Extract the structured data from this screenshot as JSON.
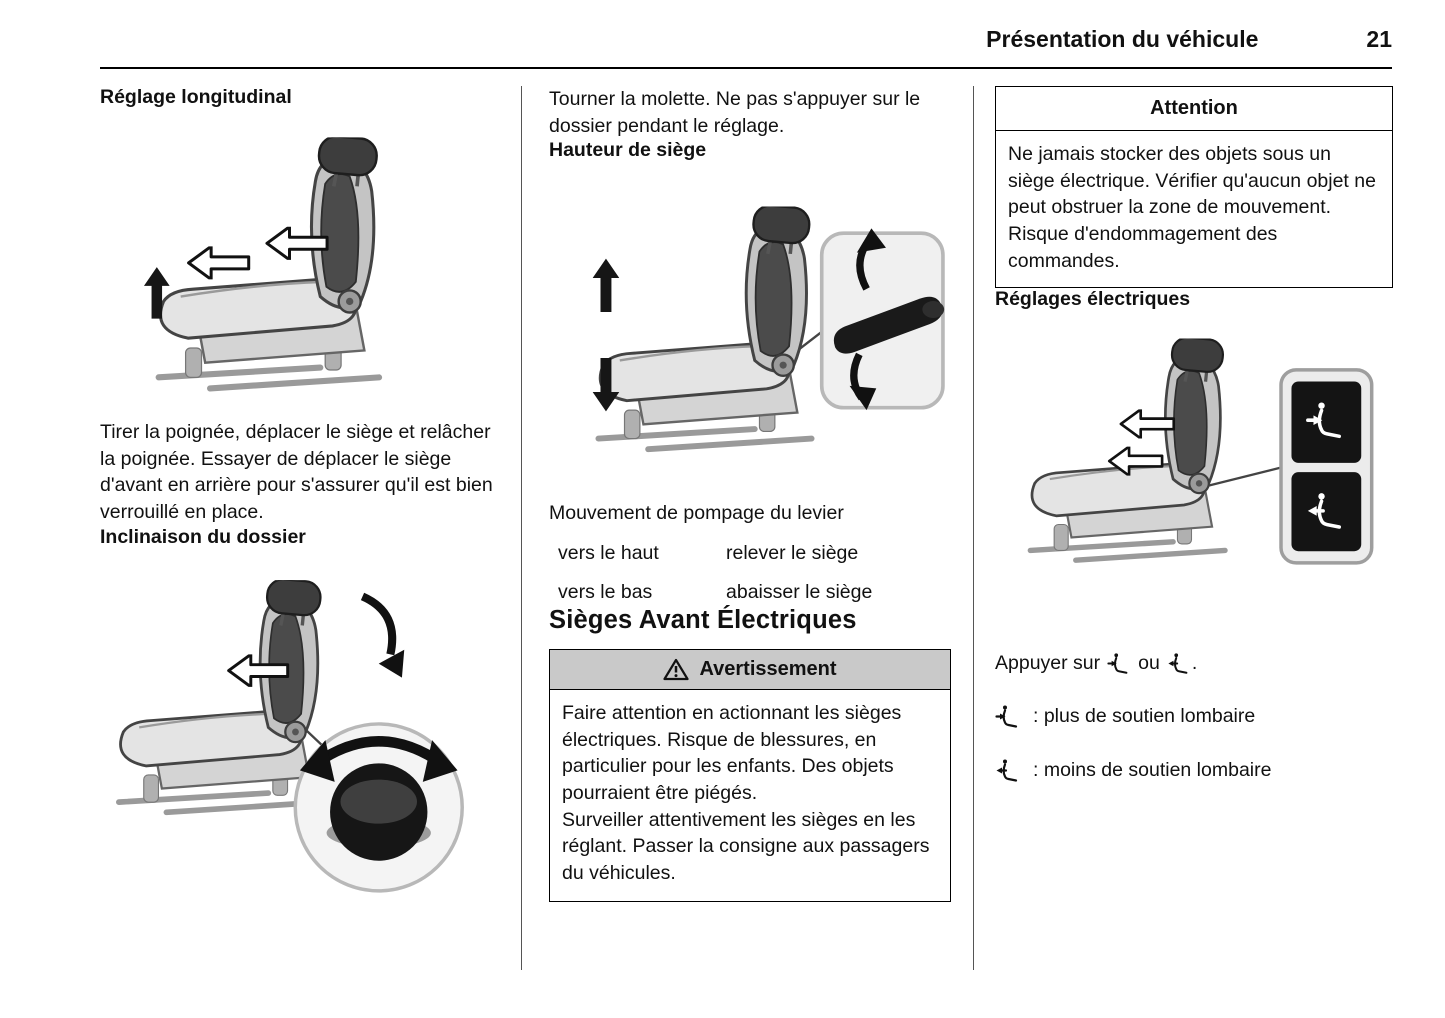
{
  "header": {
    "title": "Présentation du véhicule",
    "page": "21"
  },
  "left": {
    "heading_longitudinal": "Réglage longitudinal",
    "para_longitudinal": "Tirer la poignée, déplacer le siège et relâcher la poignée. Essayer de déplacer le siège d'avant en arrière pour s'assurer qu'il est bien verrouillé en place.",
    "heading_recline": "Inclinaison du dossier"
  },
  "middle": {
    "para_molette": "Tourner la molette. Ne pas s'appuyer sur le dossier pendant le réglage.",
    "heading_height": "Hauteur de siège",
    "para_pump": "Mouvement de pompage du levier",
    "height_table": [
      {
        "action": "vers le haut",
        "result": "relever le siège"
      },
      {
        "action": "vers le bas",
        "result": "abaisser le siège"
      }
    ],
    "heading_electric": "Sièges Avant Électriques",
    "warning": {
      "title": "Avertissement",
      "body1": "Faire attention en actionnant les sièges électriques. Risque de blessures, en particulier pour les enfants. Des objets pourraient être piégés.",
      "body2": "Surveiller attentivement les sièges en les réglant. Passer la consigne aux passagers du véhicules."
    }
  },
  "right": {
    "attention": {
      "title": "Attention",
      "body": "Ne jamais stocker des objets sous un siège électrique. Vérifier qu'aucun objet ne peut obstruer la zone de mouvement. Risque d'endommagement des commandes."
    },
    "heading_electric_adjust": "Réglages électriques",
    "press_prefix": "Appuyer sur",
    "press_or": "ou",
    "press_period": ".",
    "lumbar_more": ": plus de soutien lombaire",
    "lumbar_less": ": moins de soutien lombaire"
  }
}
